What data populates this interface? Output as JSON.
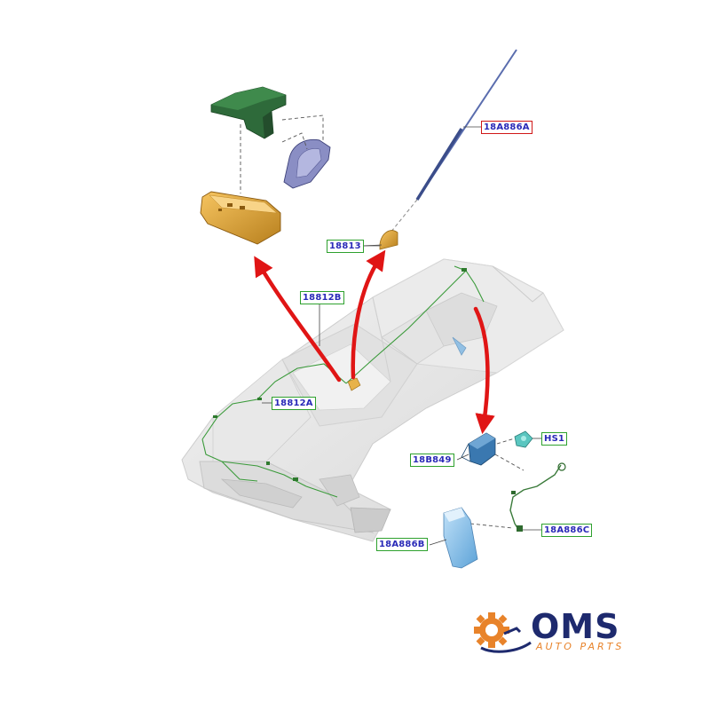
{
  "diagram": {
    "callouts": [
      {
        "id": "18A886A",
        "label": "18A886A",
        "highlighted": true
      },
      {
        "id": "18813",
        "label": "18813",
        "highlighted": false
      },
      {
        "id": "18812B",
        "label": "18812B",
        "highlighted": false
      },
      {
        "id": "18812A",
        "label": "18812A",
        "highlighted": false
      },
      {
        "id": "HS1",
        "label": "HS1",
        "highlighted": false
      },
      {
        "id": "18B849",
        "label": "18B849",
        "highlighted": false
      },
      {
        "id": "18A886C",
        "label": "18A886C",
        "highlighted": false
      },
      {
        "id": "18A886B",
        "label": "18A886B",
        "highlighted": false
      }
    ]
  },
  "logo": {
    "brand": "OMS",
    "tagline": "AUTO PARTS",
    "gear_color": "#e8832a",
    "text_color": "#1e2a6e"
  },
  "colors": {
    "callout_border": "#2ea12e",
    "callout_highlight_border": "#d01818",
    "callout_text": "#2a2ab8",
    "arrow_red": "#e01515",
    "part_yellow": "#e0a63a",
    "part_green": "#2e6a3a",
    "part_lavender": "#8a8ec4",
    "part_blue": "#3a78b0",
    "part_cyan": "#5ac6c0"
  }
}
